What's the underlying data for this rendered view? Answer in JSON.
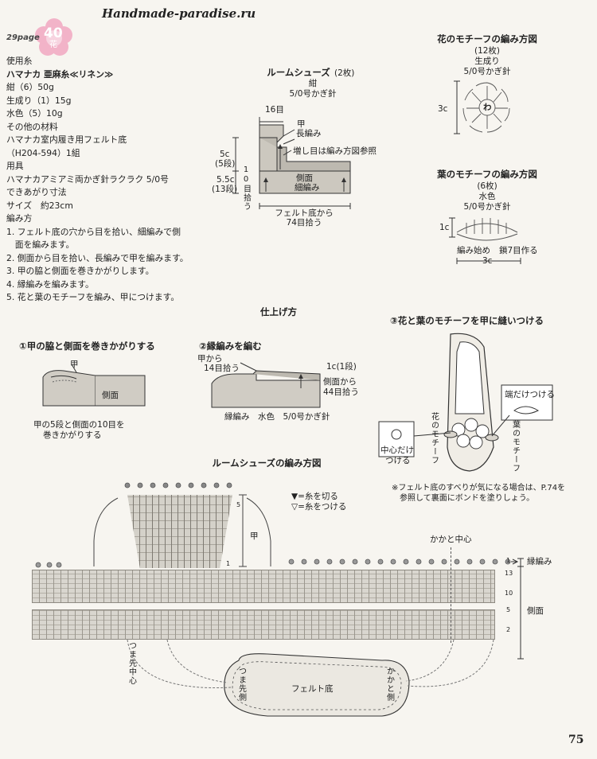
{
  "header": {
    "site": "Handmade-paradise.ru",
    "page_badge": "29page",
    "flower_number": "40",
    "flower_kanji": "花"
  },
  "materials": {
    "lines": [
      "使用糸",
      "ハマナカ 亜麻糸≪リネン≫",
      "紺（6）50g",
      "生成り（1）15g",
      "水色（5）10g",
      "その他の材料",
      "ハマナカ室内履き用フェルト底",
      "（H204-594）1組",
      "用具",
      "ハマナカアミアミ両かぎ針ラクラク 5/0号",
      "できあがり寸法",
      "サイズ　約23cm",
      "編み方",
      "1. フェルト底の穴から目を拾い、細編みで側",
      "　面を編みます。",
      "2. 側面から目を拾い、長編みで甲を編みます。",
      "3. 甲の脇と側面を巻きかがりします。",
      "4. 縁編みを編みます。",
      "5. 花と葉のモチーフを編み、甲につけます。"
    ]
  },
  "room_shoes": {
    "title": "ルームシューズ",
    "qty": "(2枚)",
    "color": "紺",
    "hook": "5/0号かぎ針",
    "label_16": "16目",
    "label_kou": "甲",
    "label_chouami": "長編み",
    "label_increase": "増し目は編み方図参照",
    "label_5c": "5c",
    "label_5dan": "(5段)",
    "label_55c": "5.5c",
    "label_13dan": "(13段)",
    "label_10me": "10目拾う",
    "label_sokumen": "側面",
    "label_komaami": "細編み",
    "label_felt1": "フェルト底から",
    "label_felt2": "74目拾う"
  },
  "flower_motif": {
    "title": "花のモチーフの編み方図",
    "qty": "(12枚)",
    "color": "生成り",
    "hook": "5/0号かぎ針",
    "size": "3c",
    "center": "わ"
  },
  "leaf_motif": {
    "title": "葉のモチーフの編み方図",
    "qty": "(6枚)",
    "color": "水色",
    "hook": "5/0号かぎ針",
    "height": "1c",
    "start": "編み始め",
    "chain": "鎖7目作る",
    "width": "3c"
  },
  "finishing": {
    "title": "仕上げ方",
    "step1": "①甲の脇と側面を巻きかがりする",
    "step1_kou": "甲",
    "step1_sokumen": "側面",
    "step1_note1": "甲の5段と側面の10目を",
    "step1_note2": "巻きかがりする",
    "step2": "②縁編みを編む",
    "step2_from_kou1": "甲から",
    "step2_from_kou2": "14目拾う",
    "step2_1c": "1c(1段)",
    "step2_from_side1": "側面から",
    "step2_from_side2": "44目拾う",
    "step2_bottom": "縁編み　水色　5/0号かぎ針",
    "step3": "③花と葉のモチーフを甲に縫いつける",
    "step3_edge": "端だけつける",
    "step3_center1": "中心だけ",
    "step3_center2": "つける",
    "step3_flower": "花のモチーフ",
    "step3_leaf": "葉のモチーフ",
    "note1": "※フェルト底のすべりが気になる場合は、P.74を",
    "note2": "参照して裏面にボンドを塗りしょう。"
  },
  "chart": {
    "title": "ルームシューズの編み方図",
    "legend_cut": "▼=糸を切る",
    "legend_join": "▽=糸をつける",
    "kou": "甲",
    "heel_center": "かかと中心",
    "toe_center": "つま先中心",
    "felt": "フェルト底",
    "toe_side": "つま先側",
    "heel_side": "かかと側",
    "row_1_top": "1",
    "row_13": "13",
    "row_10": "10",
    "row_5": "5",
    "row_2": "2",
    "row_5_kou": "5",
    "row_1_kou": "1",
    "label_edge": "縁編み",
    "label_side": "側面"
  },
  "page_number": "75"
}
